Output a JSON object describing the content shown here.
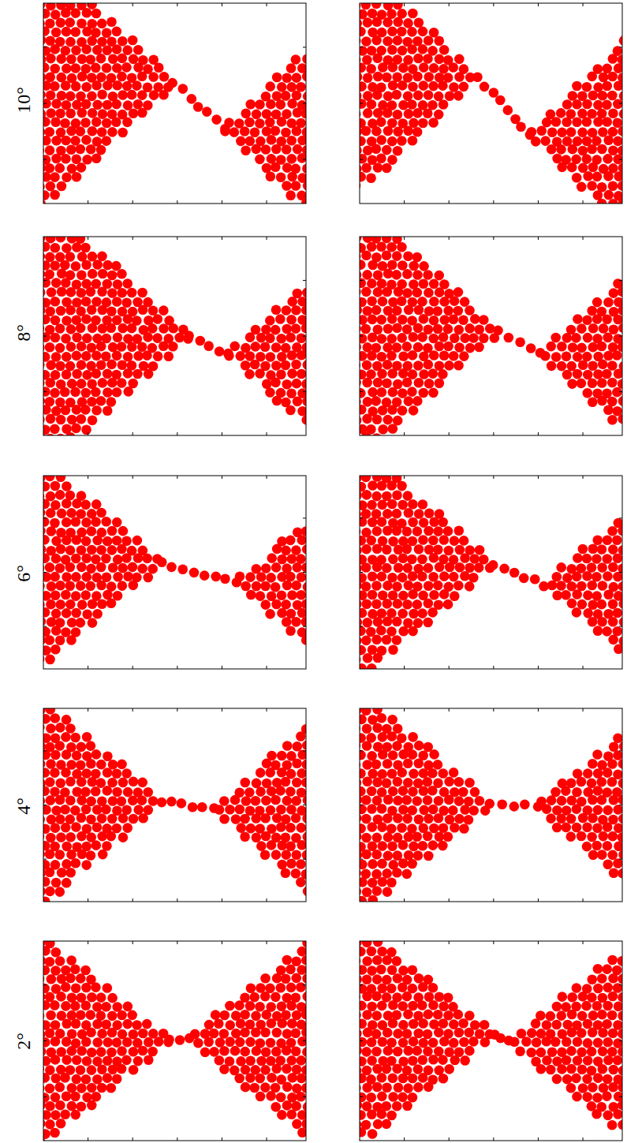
{
  "diagram": {
    "labels": [
      "10°",
      "8°",
      "6°",
      "4°",
      "2°"
    ]
  }
}
